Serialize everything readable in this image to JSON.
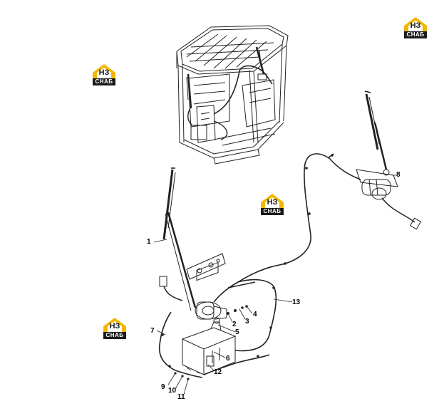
{
  "watermark": {
    "mark": "НЗ",
    "text": "СНАБ",
    "color": "#f2b705"
  },
  "callouts": [
    {
      "id": "1",
      "label": "1"
    },
    {
      "id": "2",
      "label": "2"
    },
    {
      "id": "3",
      "label": "3"
    },
    {
      "id": "4",
      "label": "4"
    },
    {
      "id": "5",
      "label": "5"
    },
    {
      "id": "6",
      "label": "6"
    },
    {
      "id": "7",
      "label": "7"
    },
    {
      "id": "8",
      "label": "8"
    },
    {
      "id": "9",
      "label": "9"
    },
    {
      "id": "10",
      "label": "10"
    },
    {
      "id": "11",
      "label": "11"
    },
    {
      "id": "12",
      "label": "12"
    },
    {
      "id": "13",
      "label": "13"
    }
  ]
}
